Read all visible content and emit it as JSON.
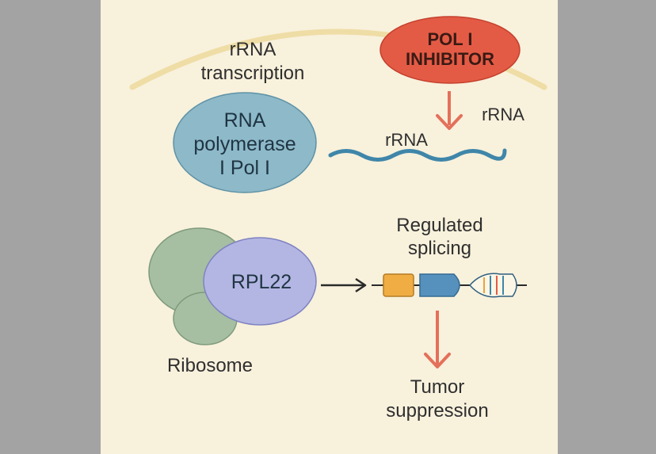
{
  "colors": {
    "background": "#f8f1dc",
    "arc": "#efdda6",
    "pol1": "#8db9c9",
    "inhibitor": "#e45b45",
    "arrow_red": "#e4705a",
    "rrna_strand": "#3f86a9",
    "ribosome": "#a6bfa2",
    "rpl22": "#b3b6e3",
    "exon_orange": "#f0ad44",
    "exon_blue": "#5691bd"
  },
  "labels": {
    "rrna_transcription_line1": "rRNA",
    "rrna_transcription_line2": "transcription",
    "pol_inhibitor_line1": "POL I",
    "pol_inhibitor_line2": "INHIBITOR",
    "rrna_top_right": "rRNA",
    "rrna_strand": "rRNA",
    "pol1_line1": "RNA",
    "pol1_line2": "polymerase",
    "pol1_line3": "I Pol I",
    "regulated_line1": "Regulated",
    "regulated_line2": "splicing",
    "rpl22": "RPL22",
    "ribosome": "Ribosome",
    "tumor_line1": "Tumor",
    "tumor_line2": "suppression"
  },
  "icons": [
    "inhibition-arrow-icon",
    "binding-arrow-icon",
    "suppression-arrow-icon",
    "gene-construct-icon"
  ]
}
